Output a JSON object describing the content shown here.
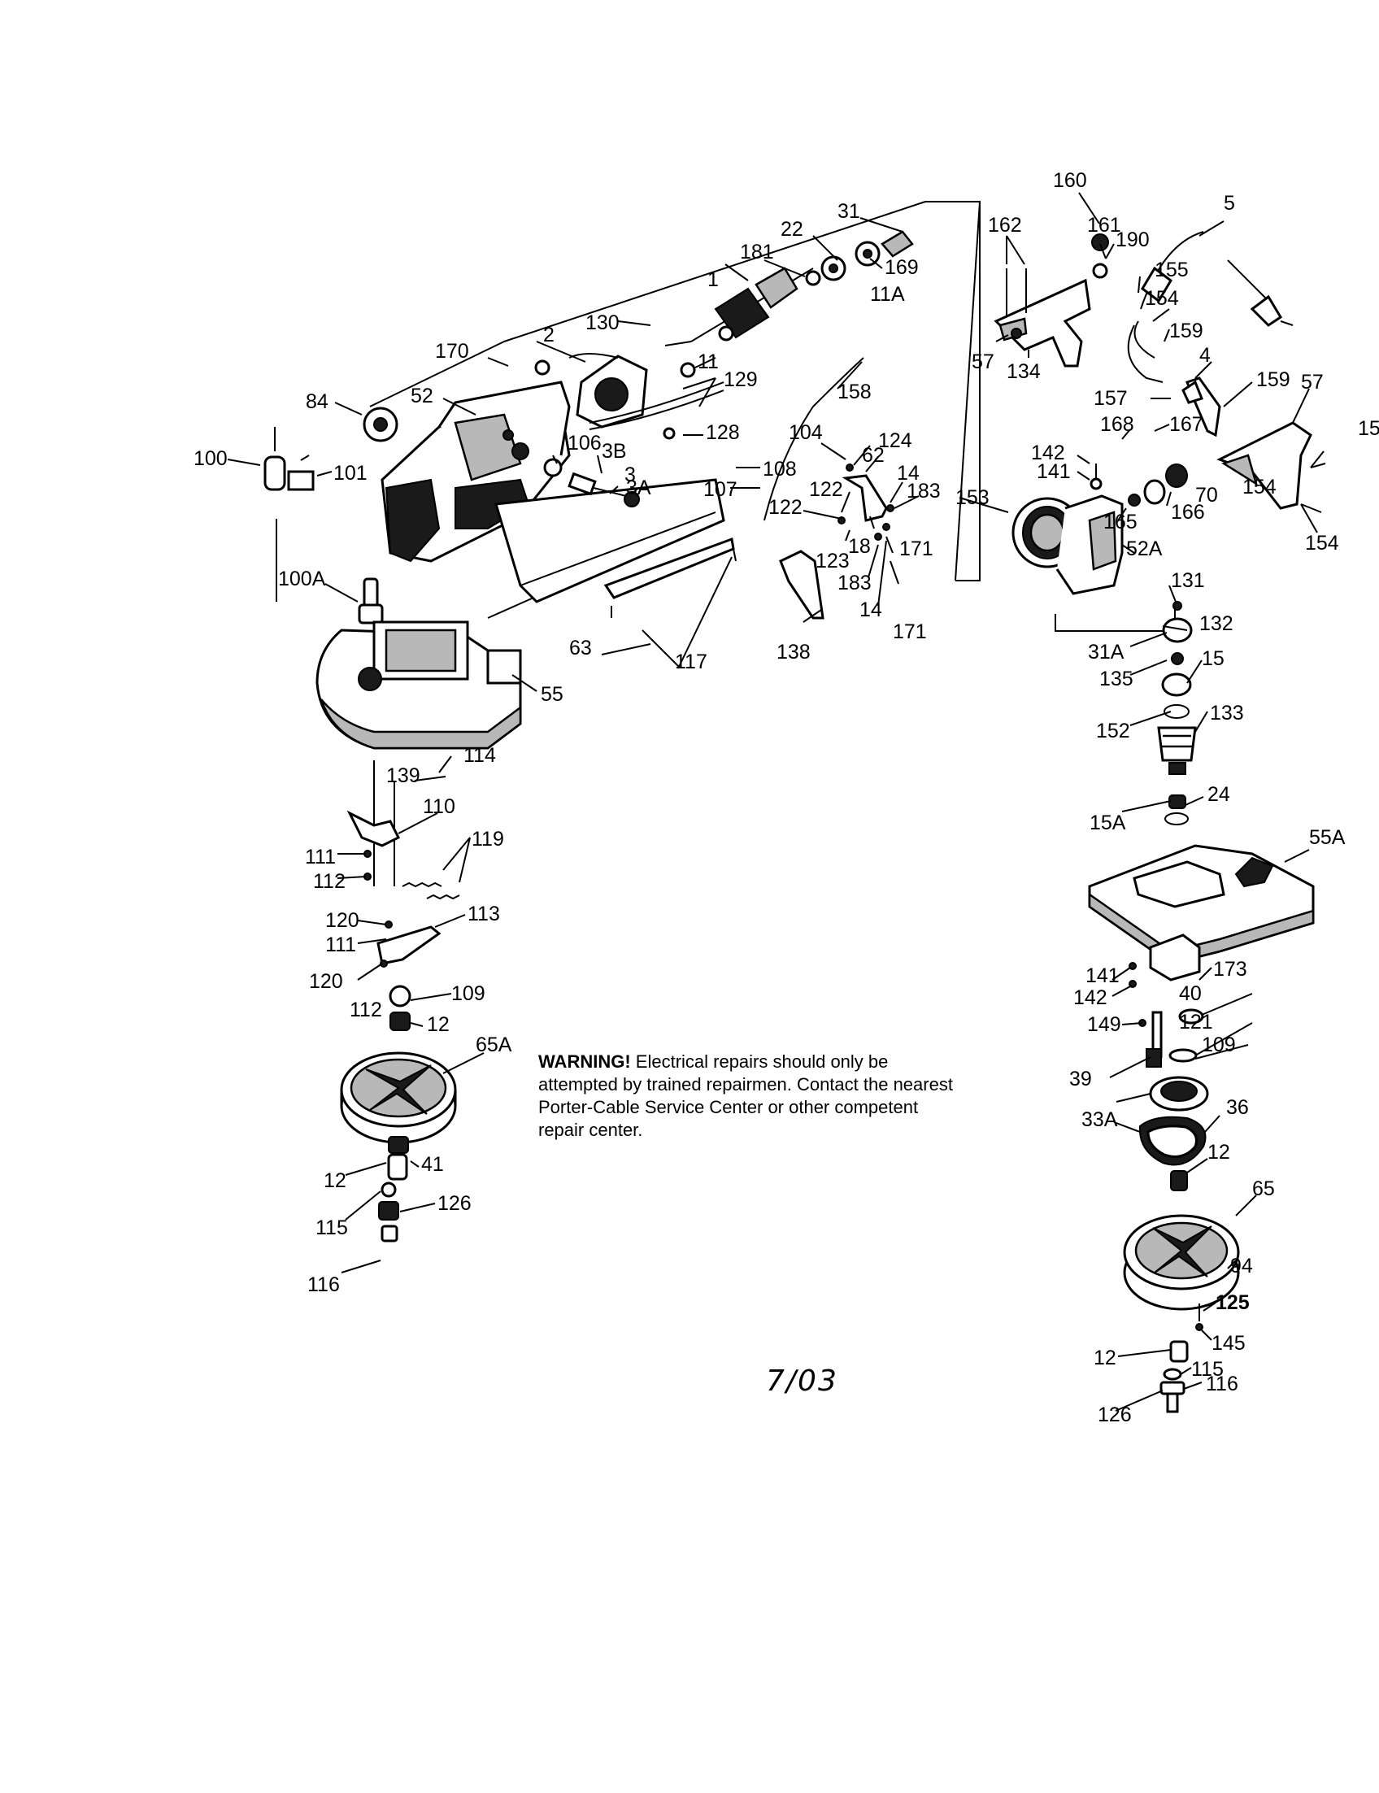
{
  "warning": {
    "heading": "WARNING!",
    "body": "Electrical repairs should only be attempted by trained repairmen. Contact the nearest Porter-Cable Service Center or other competent repair center."
  },
  "revision_date": "7/03",
  "callouts": [
    "160",
    "5",
    "31",
    "162",
    "161",
    "190",
    "22",
    "181",
    "169",
    "155",
    "1",
    "11A",
    "154",
    "159",
    "130",
    "2",
    "11",
    "57",
    "134",
    "170",
    "129",
    "4",
    "159",
    "57",
    "84",
    "52",
    "158",
    "157",
    "168",
    "167",
    "15",
    "128",
    "104",
    "124",
    "142",
    "141",
    "106",
    "3B",
    "62",
    "100",
    "101",
    "108",
    "3",
    "3A",
    "122",
    "14",
    "183",
    "153",
    "165",
    "70",
    "52A",
    "154",
    "166",
    "154",
    "107",
    "122",
    "18",
    "171",
    "123",
    "183",
    "14",
    "171",
    "100A",
    "131",
    "63",
    "117",
    "138",
    "132",
    "31A",
    "135",
    "15",
    "55",
    "152",
    "133",
    "114",
    "139",
    "110",
    "15A",
    "24",
    "111",
    "119",
    "55A",
    "112",
    "120",
    "113",
    "111",
    "120",
    "141",
    "173",
    "112",
    "109",
    "142",
    "40",
    "149",
    "121",
    "12",
    "109",
    "65A",
    "39",
    "33A",
    "36",
    "12",
    "41",
    "12",
    "65",
    "126",
    "115",
    "94",
    "116",
    "125",
    "145",
    "12",
    "115",
    "116",
    "126"
  ]
}
